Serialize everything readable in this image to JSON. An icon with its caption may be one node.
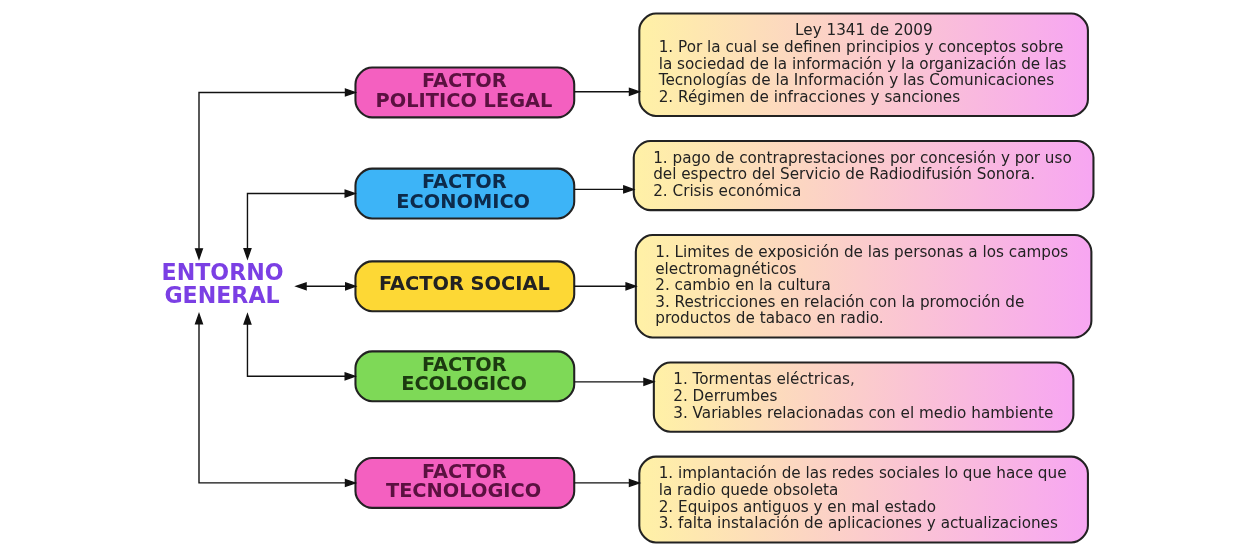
{
  "diagram": {
    "nodes": [
      {
        "text": [
          "ENTORNO GENERAL"
        ]
      },
      {
        "text": [
          "FACTOR POLITICO LEGAL"
        ]
      },
      {
        "text": [
          "Ley 1341 de 2009",
          "1. Por la cual se definen principios y conceptos sobre la sociedad de la información y la organización de las Tecnologías de la Información y las Comunicaciones",
          "2. Régimen de infracciones y sanciones"
        ]
      },
      {
        "text": [
          "FACTOR ECONOMICO"
        ]
      },
      {
        "text": [
          "1. pago de contraprestaciones por concesión y por uso del espectro del Servicio de Radiodifusión Sonora.",
          "2. Crisis económica"
        ]
      },
      {
        "text": [
          "FACTOR SOCIAL"
        ]
      },
      {
        "text": [
          "1. Limites de exposición de las personas a los campos electromagnéticos",
          "2. cambio en la cultura",
          "3. Restricciones en relación con la promoción de productos de tabaco en radio."
        ]
      },
      {
        "text": [
          "FACTOR ECOLOGICO"
        ]
      },
      {
        "text": [
          "1. Tormentas eléctricas,",
          "2. Derrumbes",
          "3. Variables relacionadas con el medio hambiente"
        ]
      },
      {
        "text": [
          "FACTOR TECNOLOGICO"
        ]
      },
      {
        "text": [
          "1. implantación de las redes sociales lo que hace que la radio quede obsoleta",
          "2. Equipos antiguos y en mal estado",
          "3. falta instalación de aplicaciones y actualizaciones"
        ]
      }
    ],
    "edges": [
      {
        "from": 0,
        "to": 1,
        "arrow": "both"
      },
      {
        "from": 0,
        "to": 3,
        "arrow": "both"
      },
      {
        "from": 0,
        "to": 5,
        "arrow": "both"
      },
      {
        "from": 0,
        "to": 7,
        "arrow": "both"
      },
      {
        "from": 0,
        "to": 9,
        "arrow": "both"
      },
      {
        "from": 1,
        "to": 2,
        "arrow": "to"
      },
      {
        "from": 3,
        "to": 4,
        "arrow": "to"
      },
      {
        "from": 5,
        "to": 6,
        "arrow": "to"
      },
      {
        "from": 7,
        "to": 8,
        "arrow": "to"
      },
      {
        "from": 9,
        "to": 10,
        "arrow": "to"
      }
    ]
  }
}
